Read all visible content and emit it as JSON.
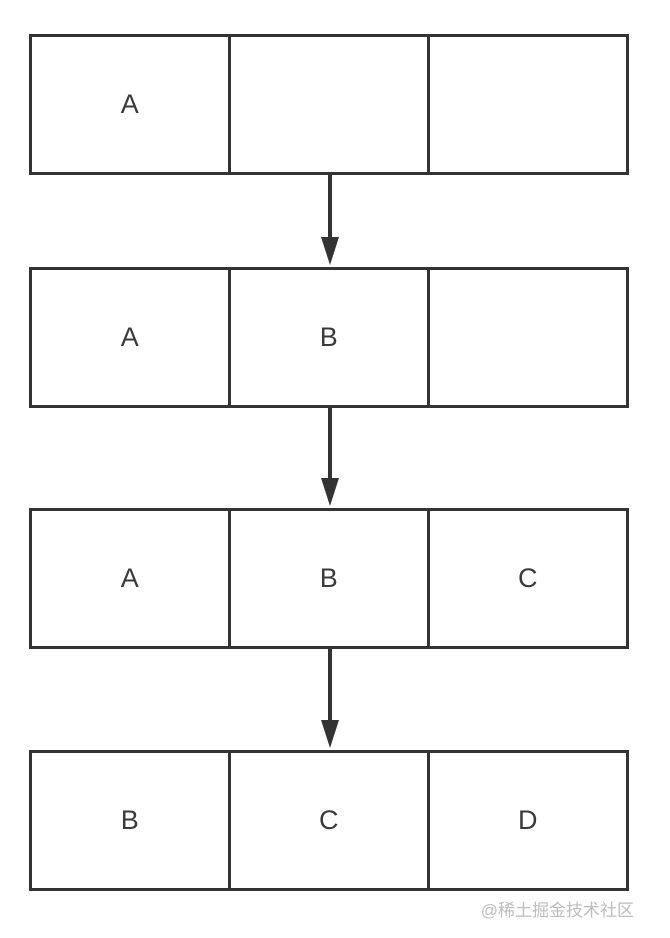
{
  "diagram": {
    "description": "array-fill-sequence",
    "line_color": "#333333",
    "text_color": "#3a3a3a",
    "background_color": "#ffffff",
    "rows": [
      {
        "cells": [
          "A",
          "",
          ""
        ]
      },
      {
        "cells": [
          "A",
          "B",
          ""
        ]
      },
      {
        "cells": [
          "A",
          "B",
          "C"
        ]
      },
      {
        "cells": [
          "B",
          "C",
          "D"
        ]
      }
    ]
  },
  "watermark": {
    "text": "@稀土掘金技术社区",
    "color": "#bdbdbd"
  }
}
